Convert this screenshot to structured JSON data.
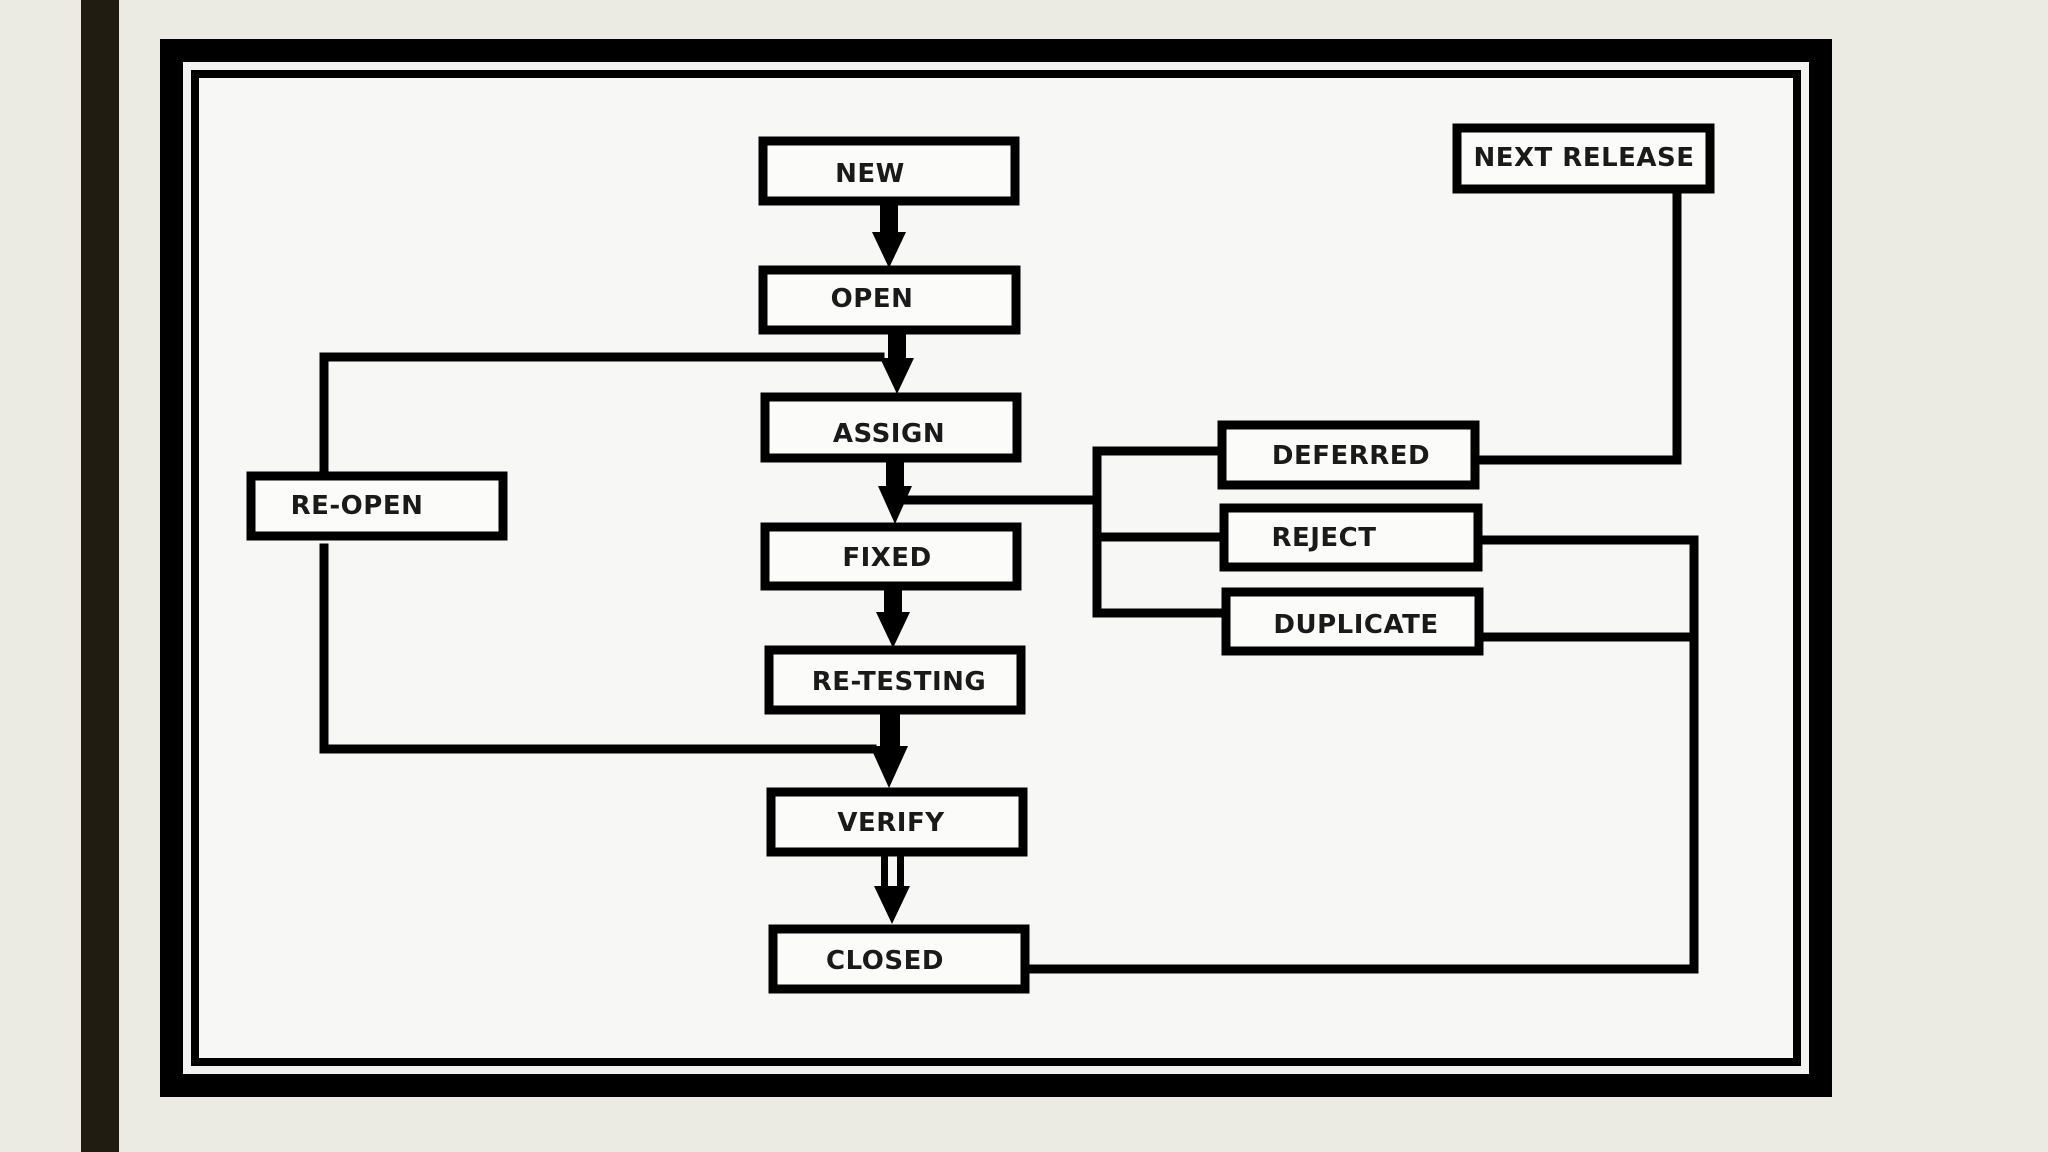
{
  "diagram": {
    "nodes": {
      "new": "NEW",
      "open": "OPEN",
      "assign": "ASSIGN",
      "fixed": "FIXED",
      "retesting": "RE-TESTING",
      "verify": "VERIFY",
      "closed": "CLOSED",
      "reopen": "RE-OPEN",
      "deferred": "DEFERRED",
      "reject": "REJECT",
      "duplicate": "DUPLICATE",
      "next_release": "NEXT RELEASE"
    },
    "edges": [
      [
        "NEW",
        "OPEN"
      ],
      [
        "OPEN",
        "ASSIGN"
      ],
      [
        "ASSIGN",
        "FIXED"
      ],
      [
        "FIXED",
        "RE-TESTING"
      ],
      [
        "RE-TESTING",
        "VERIFY"
      ],
      [
        "VERIFY",
        "CLOSED"
      ],
      [
        "RE-OPEN",
        "ASSIGN"
      ],
      [
        "RE-OPEN",
        "VERIFY"
      ],
      [
        "ASSIGN",
        "DEFERRED"
      ],
      [
        "ASSIGN",
        "REJECT"
      ],
      [
        "ASSIGN",
        "DUPLICATE"
      ],
      [
        "DEFERRED",
        "NEXT RELEASE"
      ],
      [
        "REJECT",
        "CLOSED"
      ],
      [
        "DUPLICATE",
        "CLOSED"
      ]
    ]
  }
}
